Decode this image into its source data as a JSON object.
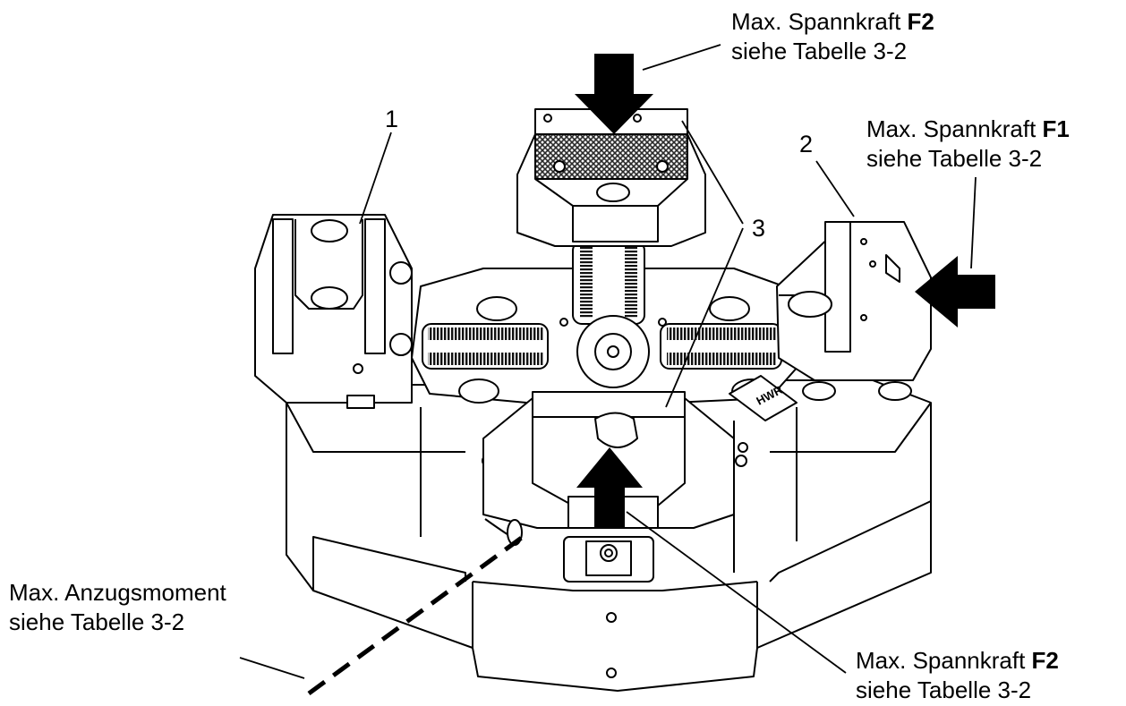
{
  "callouts": {
    "top_f2": {
      "line1": "Max. Spannkraft",
      "force": "F2",
      "line2": "siehe Tabelle 3-2"
    },
    "right_f1": {
      "line1": "Max. Spannkraft",
      "force": "F1",
      "line2": "siehe Tabelle 3-2"
    },
    "bottom_f2": {
      "line1": "Max. Spannkraft",
      "force": "F2",
      "line2": "siehe Tabelle 3-2"
    },
    "torque": {
      "line1": "Max. Anzugsmoment",
      "line2": "siehe Tabelle 3-2"
    }
  },
  "position_numbers": {
    "p1": "1",
    "p2": "2",
    "p3": "3"
  },
  "logo_text": "HWR",
  "colors": {
    "ink": "#000000",
    "paper": "#ffffff",
    "knurl": "#2a2a2a"
  }
}
